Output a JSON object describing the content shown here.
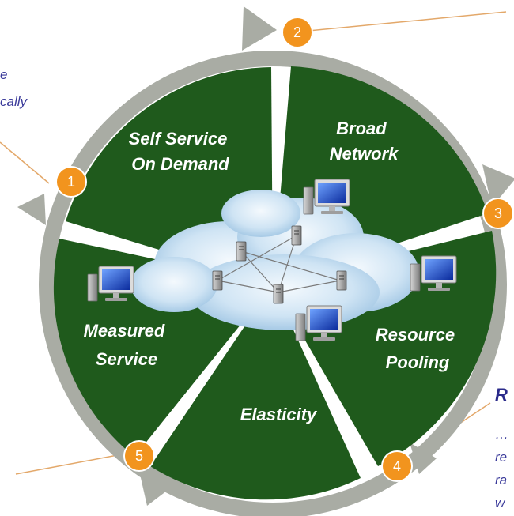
{
  "segments": [
    {
      "id": "self-service",
      "lines": [
        "Self Service",
        "On Demand"
      ]
    },
    {
      "id": "broad-network",
      "lines": [
        "Broad",
        "Network"
      ]
    },
    {
      "id": "resource-pooling",
      "lines": [
        "Resource",
        "Pooling"
      ]
    },
    {
      "id": "elasticity",
      "lines": [
        "Elasticity"
      ]
    },
    {
      "id": "measured-service",
      "lines": [
        "Measured",
        "Service"
      ]
    }
  ],
  "badges": [
    "1",
    "2",
    "3",
    "4",
    "5"
  ],
  "left_callout": {
    "line1": "e",
    "line2": "cally"
  },
  "right_callout": {
    "title": "R",
    "lines": [
      "…",
      "re",
      "ra",
      "w"
    ]
  },
  "colors": {
    "segment_fill": "#1f5a1c",
    "ring_gray": "#a9aca4",
    "badge_orange": "#f2941e",
    "cloud_light": "#dcecf8",
    "cloud_mid": "#a9cde8",
    "callout_line": "#e3a86a"
  }
}
